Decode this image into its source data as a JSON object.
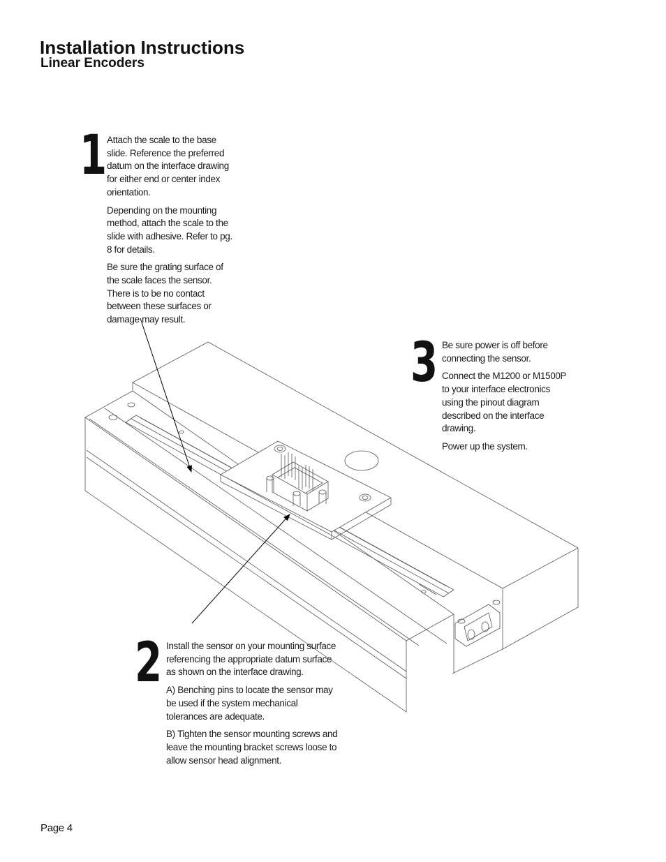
{
  "header": {
    "title": "Installation Instructions",
    "subtitle": "Linear Encoders"
  },
  "steps": [
    {
      "number": "1",
      "paragraphs": [
        "Attach the scale to the base slide. Reference the preferred datum on the interface drawing for either end or center index orientation.",
        "Depending on the mounting method, attach the scale to the slide with adhesive. Refer to pg. 8 for details.",
        "Be sure the grating surface of the scale faces the sensor. There is to be no contact between these surfaces or damage may result."
      ]
    },
    {
      "number": "3",
      "paragraphs": [
        "Be sure power is off before connecting the sensor.",
        "Connect the M1200 or M1500P to your interface electronics using the pinout diagram described on the interface drawing.",
        "Power up the system."
      ]
    },
    {
      "number": "2",
      "paragraphs": [
        "Install the sensor on your mounting surface referencing the appropriate datum surface as shown on the interface drawing.",
        "A) Benching pins to locate the sensor may be used if the system mechanical tolerances are adequate.",
        "B) Tighten the sensor mounting screws and leave the mounting bracket screws loose to allow sensor head alignment."
      ]
    }
  ],
  "footer": {
    "page_label": "Page 4"
  }
}
